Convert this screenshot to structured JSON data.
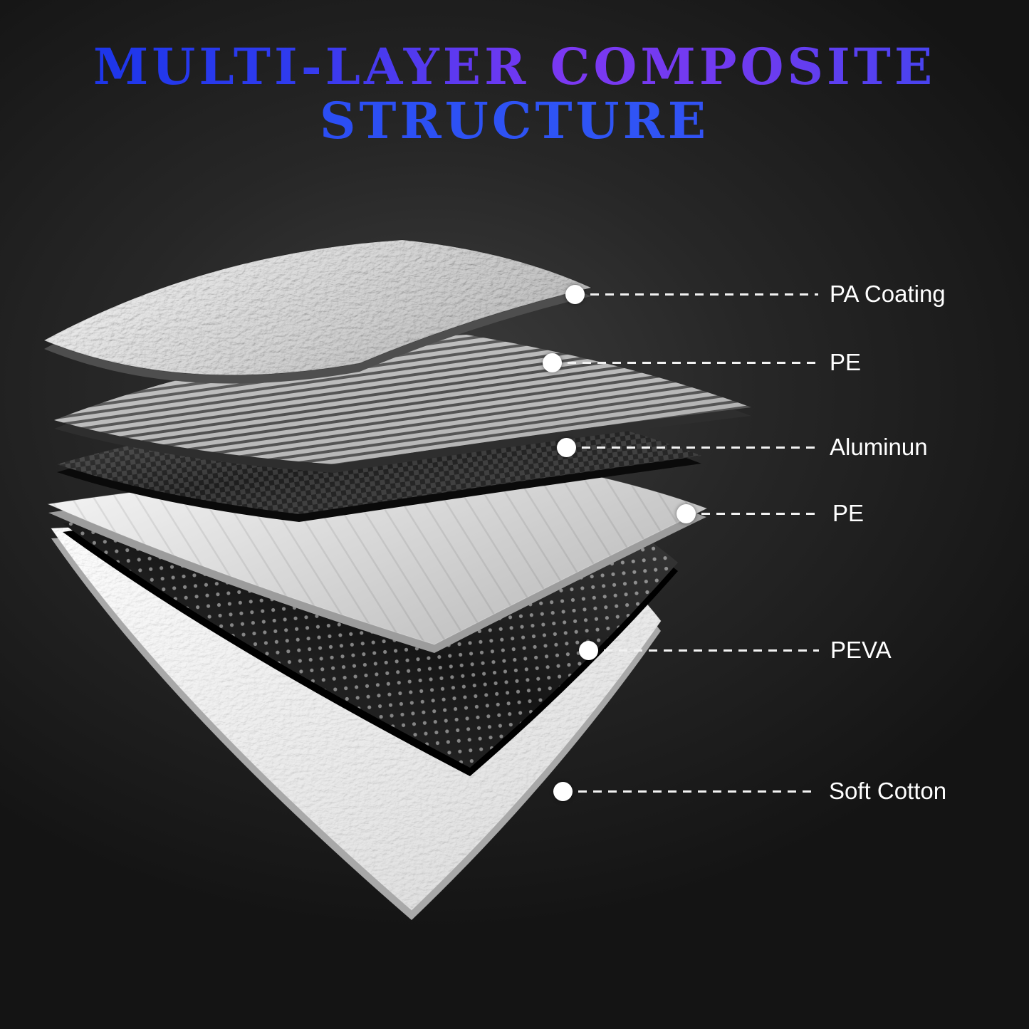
{
  "title": {
    "line1": "MULTI-LAYER COMPOSITE",
    "line2": "STRUCTURE"
  },
  "layers": [
    {
      "label": "PA Coating"
    },
    {
      "label": "PE"
    },
    {
      "label": "Aluminun"
    },
    {
      "label": "PE"
    },
    {
      "label": "PEVA"
    },
    {
      "label": "Soft Cotton"
    }
  ],
  "colors": {
    "background_center": "#3d3d3d",
    "background_edge": "#141414",
    "title_blue": "#2240ee",
    "title_purple": "#7c38f2",
    "label_text": "#ffffff",
    "callout_dot": "#ffffff"
  }
}
